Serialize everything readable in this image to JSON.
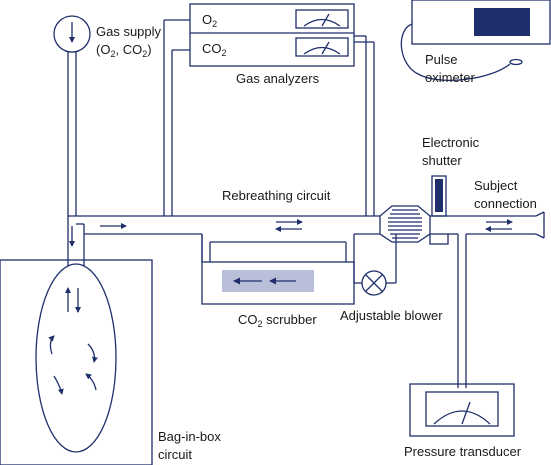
{
  "labels": {
    "gas_supply": "Gas supply",
    "gas_supply_formula_a": "(O",
    "gas_supply_formula_b": "2",
    "gas_supply_formula_c": ", CO",
    "gas_supply_formula_d": "2",
    "gas_supply_formula_e": ")",
    "analyzer_o2_main": "O",
    "analyzer_o2_sub": "2",
    "analyzer_co2_main": "CO",
    "analyzer_co2_sub": "2",
    "gas_analyzers": "Gas analyzers",
    "pulse_oximeter_line1": "Pulse",
    "pulse_oximeter_line2": "oximeter",
    "electronic_shutter_line1": "Electronic",
    "electronic_shutter_line2": "shutter",
    "subject_connection_line1": "Subject",
    "subject_connection_line2": "connection",
    "rebreathing_circuit": "Rebreathing circuit",
    "co2_scrubber_main": "CO",
    "co2_scrubber_sub": "2",
    "co2_scrubber_rest": " scrubber",
    "adjustable_blower": "Adjustable blower",
    "pressure_transducer": "Pressure transducer",
    "bag_in_box_line1": "Bag-in-box",
    "bag_in_box_line2": "circuit"
  },
  "colors": {
    "line": "#1f2f6b",
    "accent": "#1f2f6b",
    "scrubber_fill": "#b9bfd9",
    "text": "#1a1a1a"
  }
}
